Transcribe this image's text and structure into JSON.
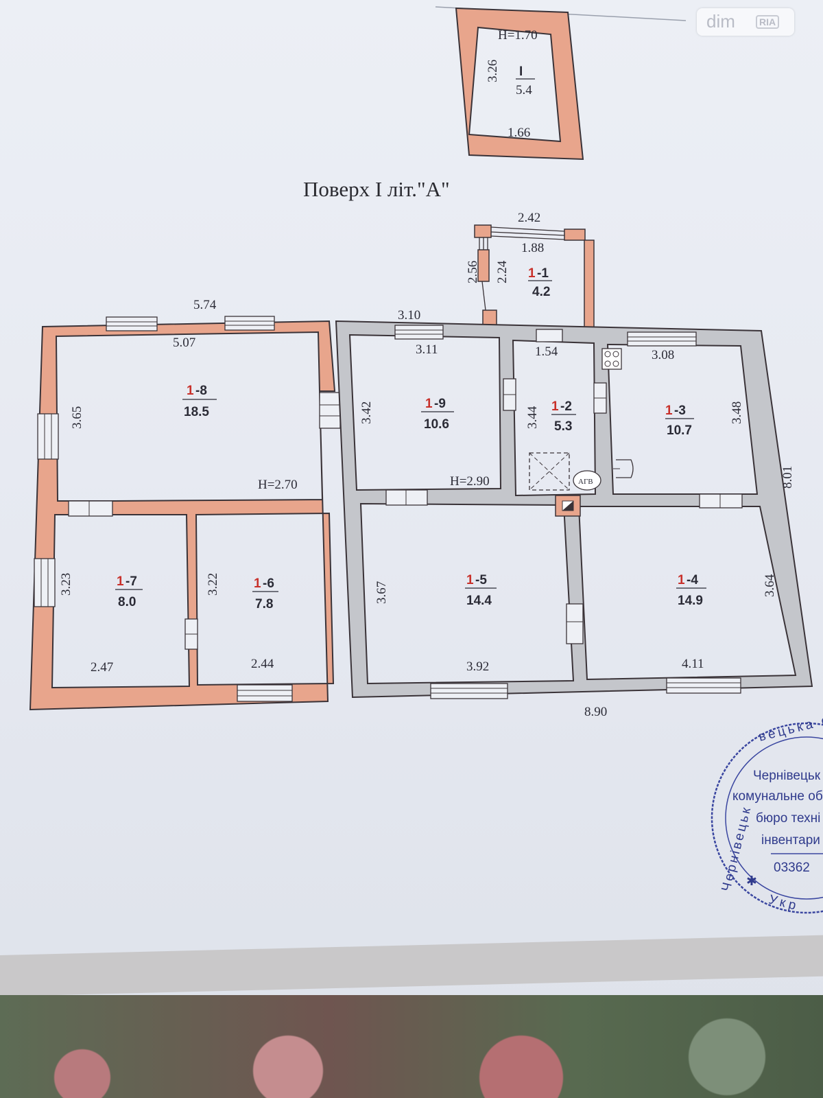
{
  "brand": {
    "name": "dim",
    "badge": "RIA"
  },
  "title": "Поверх І літ.\"А\"",
  "heights": {
    "attic": "H=1.70",
    "left_block": "H=2.70",
    "right_block": "H=2.90"
  },
  "attic": {
    "number": "I",
    "area": "5.4",
    "side": "3.26",
    "width": "1.66"
  },
  "rooms": [
    {
      "num": "-1",
      "area": "4.2"
    },
    {
      "num": "-2",
      "area": "5.3"
    },
    {
      "num": "-3",
      "area": "10.7"
    },
    {
      "num": "-4",
      "area": "14.9"
    },
    {
      "num": "-5",
      "area": "14.4"
    },
    {
      "num": "-6",
      "area": "7.8"
    },
    {
      "num": "-7",
      "area": "8.0"
    },
    {
      "num": "-8",
      "area": "18.5"
    },
    {
      "num": "-9",
      "area": "10.6"
    }
  ],
  "floor_prefix": "1",
  "dimensions": {
    "porch_outer": "2.42",
    "porch_inner": "1.88",
    "porch_depth_outer": "2.56",
    "porch_depth_inner": "2.24",
    "top_left_outer": "5.74",
    "top_left_inner": "5.07",
    "top_mid_outer": "3.10",
    "top_mid_inner": "3.11",
    "hall_width": "1.54",
    "kitchen_width": "3.08",
    "r8_height": "3.65",
    "r9_height": "3.42",
    "r2_height": "3.44",
    "r3_height": "3.48",
    "right_total": "8.01",
    "r7_height": "3.23",
    "r6_height": "3.22",
    "r5_height": "3.67",
    "r4_height": "3.64",
    "r7_width": "2.47",
    "r6_width": "2.44",
    "r5_width": "3.92",
    "r4_width": "4.11",
    "bottom_total": "8.90"
  },
  "appliance": "АГВ",
  "stamp": {
    "ring_top": "вецька обл",
    "ring_left": "Чернівецьк",
    "ring_bottom": "Укр",
    "line1": "Чернівецьк",
    "line2": "комунальне об",
    "line3": "бюро техні",
    "line4": "інвентари",
    "code": "03362"
  }
}
